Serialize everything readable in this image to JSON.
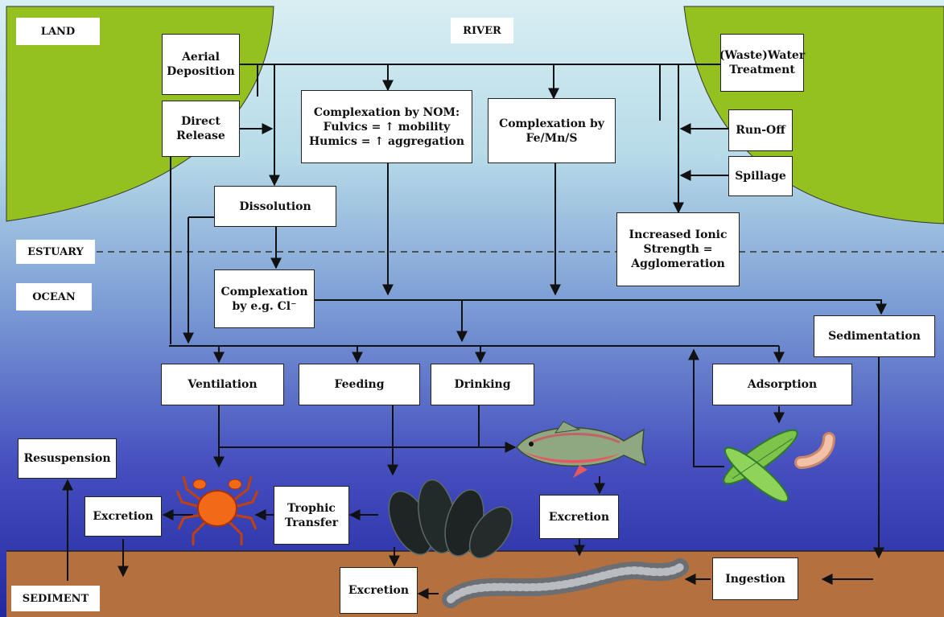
{
  "zones": {
    "land": "LAND",
    "river": "RIVER",
    "estuary": "ESTUARY",
    "ocean": "OCEAN",
    "sediment": "SEDIMENT"
  },
  "sources": {
    "aerial_deposition": "Aerial\nDeposition",
    "direct_release": "Direct\nRelease",
    "waste_water_treatment": "(Waste)Water\nTreatment",
    "run_off": "Run-Off",
    "spillage": "Spillage"
  },
  "processes": {
    "complexation_nom": "Complexation by  NOM:\nFulvics = ↑ mobility\nHumics = ↑ aggregation",
    "complexation_fe": "Complexation by\nFe/Mn/S",
    "dissolution": "Dissolution",
    "complexation_cl": "Complexation\nby e.g. Cl⁻",
    "ionic_strength": "Increased Ionic\nStrength =\nAgglomeration",
    "sedimentation": "Sedimentation",
    "ventilation": "Ventilation",
    "feeding": "Feeding",
    "drinking": "Drinking",
    "adsorption": "Adsorption",
    "resuspension": "Resuspension",
    "excretion_crab": "Excretion",
    "trophic_transfer": "Trophic\nTransfer",
    "excretion_fish": "Excretion",
    "excretion_worm": "Excretion",
    "ingestion": "Ingestion"
  },
  "colors": {
    "land": "#94c11f",
    "river_top": "#cfe9f0",
    "ocean_bottom": "#2a2fa8",
    "sediment": "#b4713f"
  },
  "organisms": [
    "crab-icon",
    "fish-icon",
    "mussel-icon",
    "worm-icon",
    "diatom-icon",
    "bacterium-icon"
  ]
}
